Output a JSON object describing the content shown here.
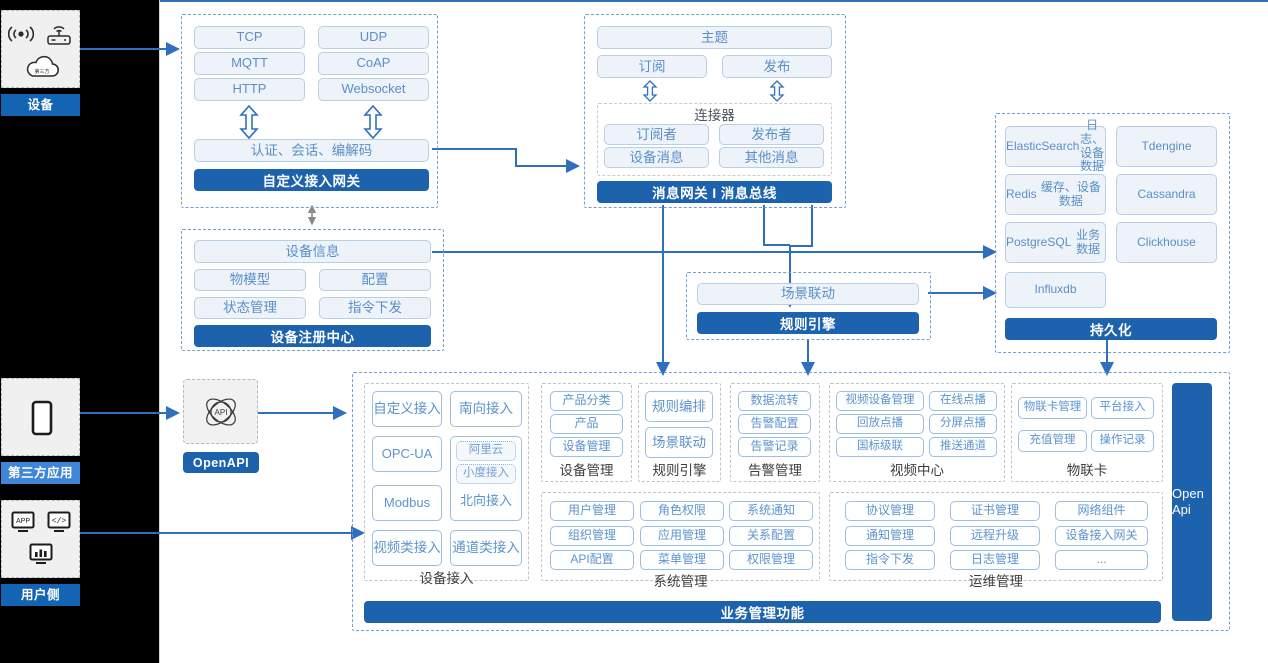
{
  "meta": {
    "accent": "#1d62ad",
    "chip_text": "#5b8fc9",
    "chip_fill": "#edf3f8",
    "rail_bg": "#000000"
  },
  "rail": {
    "actors": [
      {
        "name": "device",
        "caption": "设备",
        "icons": [
          "signal-icon",
          "router-icon",
          "cloud-icon"
        ]
      },
      {
        "name": "third-party-app",
        "caption": "第三方应用",
        "icons": [
          "mobile-phone-icon"
        ]
      },
      {
        "name": "user-side",
        "caption": "用户侧",
        "icons": [
          "app-window-icon",
          "code-window-icon",
          "dashboard-window-icon"
        ]
      }
    ]
  },
  "gateway": {
    "protocols": [
      "TCP",
      "UDP",
      "MQTT",
      "CoAP",
      "HTTP",
      "Websocket"
    ],
    "middle": "认证、会话、编解码",
    "bar": "自定义接入网关"
  },
  "message": {
    "topic": "主题",
    "sub": "订阅",
    "pub": "发布",
    "connector_title": "连接器",
    "connector_items": [
      "订阅者",
      "发布者",
      "设备消息",
      "其他消息"
    ],
    "bar": "消息网关 I 消息总线"
  },
  "registry": {
    "info": "设备信息",
    "items": [
      "物模型",
      "配置",
      "状态管理",
      "指令下发"
    ],
    "bar": "设备注册中心"
  },
  "rule": {
    "scene": "场景联动",
    "bar": "规则引擎"
  },
  "storage": {
    "items": [
      {
        "name": "ElasticSearch",
        "desc": "日志、设备数据"
      },
      {
        "name": "Tdengine",
        "desc": ""
      },
      {
        "name": "Redis",
        "desc": "缓存、设备数据"
      },
      {
        "name": "Cassandra",
        "desc": ""
      },
      {
        "name": "PostgreSQL",
        "desc": "业务数据"
      },
      {
        "name": "Clickhouse",
        "desc": ""
      },
      {
        "name": "Influxdb",
        "desc": ""
      }
    ],
    "bar": "持久化"
  },
  "openapi": {
    "icon": "api-atom-icon",
    "bar": "OpenAPI"
  },
  "business": {
    "bar": "业务管理功能",
    "open_api_side": "Open\nApi",
    "device_access": {
      "label": "设备接入",
      "left": [
        "自定义接入",
        "OPC-UA",
        "Modbus",
        "视频类接入"
      ],
      "right_top": "南向接入",
      "nested": {
        "items": [
          "阿里云",
          "小度接入"
        ],
        "label": "北向接入"
      },
      "right_bottom": "通道类接入"
    },
    "groups": [
      {
        "label": "设备管理",
        "items": [
          "产品分类",
          "产品",
          "设备管理"
        ]
      },
      {
        "label": "规则引擎",
        "items": [
          "规则编排",
          "场景联动"
        ]
      },
      {
        "label": "告警管理",
        "items": [
          "数据流转",
          "告警配置",
          "告警记录"
        ]
      },
      {
        "label": "视频中心",
        "items": [
          "视频设备管理",
          "在线点播",
          "回放点播",
          "分屏点播",
          "国标级联",
          "推送通道"
        ]
      },
      {
        "label": "物联卡",
        "items": [
          "物联卡管理",
          "平台接入",
          "充值管理",
          "操作记录"
        ]
      }
    ],
    "system": {
      "label": "系统管理",
      "items": [
        "用户管理",
        "角色权限",
        "系统通知",
        "组织管理",
        "应用管理",
        "关系配置",
        "API配置",
        "菜单管理",
        "权限管理"
      ]
    },
    "ops": {
      "label": "运维管理",
      "items": [
        "协议管理",
        "证书管理",
        "网络组件",
        "通知管理",
        "远程升级",
        "设备接入网关",
        "指令下发",
        "日志管理",
        "..."
      ]
    }
  }
}
